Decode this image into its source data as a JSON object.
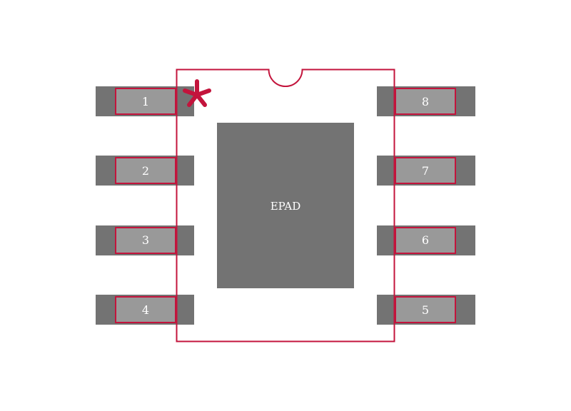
{
  "footprint": {
    "pins_left": [
      {
        "label": "1"
      },
      {
        "label": "2"
      },
      {
        "label": "3"
      },
      {
        "label": "4"
      }
    ],
    "pins_right": [
      {
        "label": "8"
      },
      {
        "label": "7"
      },
      {
        "label": "6"
      },
      {
        "label": "5"
      }
    ],
    "epad": {
      "label": "EPAD"
    },
    "pin1_marker": "asterisk-icon",
    "colors": {
      "copper": "#737373",
      "pin": "#999999",
      "outline": "#c3143c",
      "text": "#ffffff",
      "background": "#ffffff"
    }
  }
}
